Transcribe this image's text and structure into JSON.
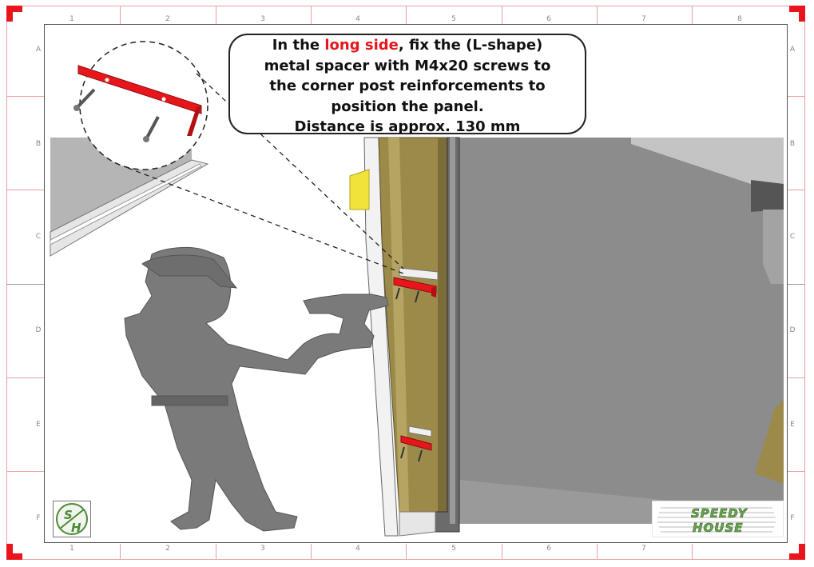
{
  "instruction": {
    "line1_prefix": "In the ",
    "line1_highlight": "long side",
    "line1_suffix": ", fix the (L-shape)",
    "line2": "metal spacer with M4x20 screws to",
    "line3": "the corner post reinforcements to",
    "line4": "position the panel.",
    "line5": "Distance is approx. 130 mm"
  },
  "ruler": {
    "columns_top": [
      "1",
      "2",
      "3",
      "4",
      "5",
      "6",
      "7",
      "8"
    ],
    "columns_bottom": [
      "1",
      "2",
      "3",
      "4",
      "5",
      "6",
      "7"
    ],
    "rows_left": [
      "A",
      "B",
      "C",
      "D",
      "E",
      "F"
    ],
    "rows_right": [
      "A",
      "B",
      "C",
      "D",
      "E",
      "F"
    ]
  },
  "logos": {
    "sh_monogram": "SH",
    "brand_line1": "SPEEDY",
    "brand_line2": "HOUSE"
  },
  "colors": {
    "accent_red": "#e8161c",
    "silhouette_gray": "#7a7a7a",
    "post_olive": "#9c8a4a",
    "wall_gray": "#8c8c8c",
    "brand_green": "#6aa84f"
  }
}
